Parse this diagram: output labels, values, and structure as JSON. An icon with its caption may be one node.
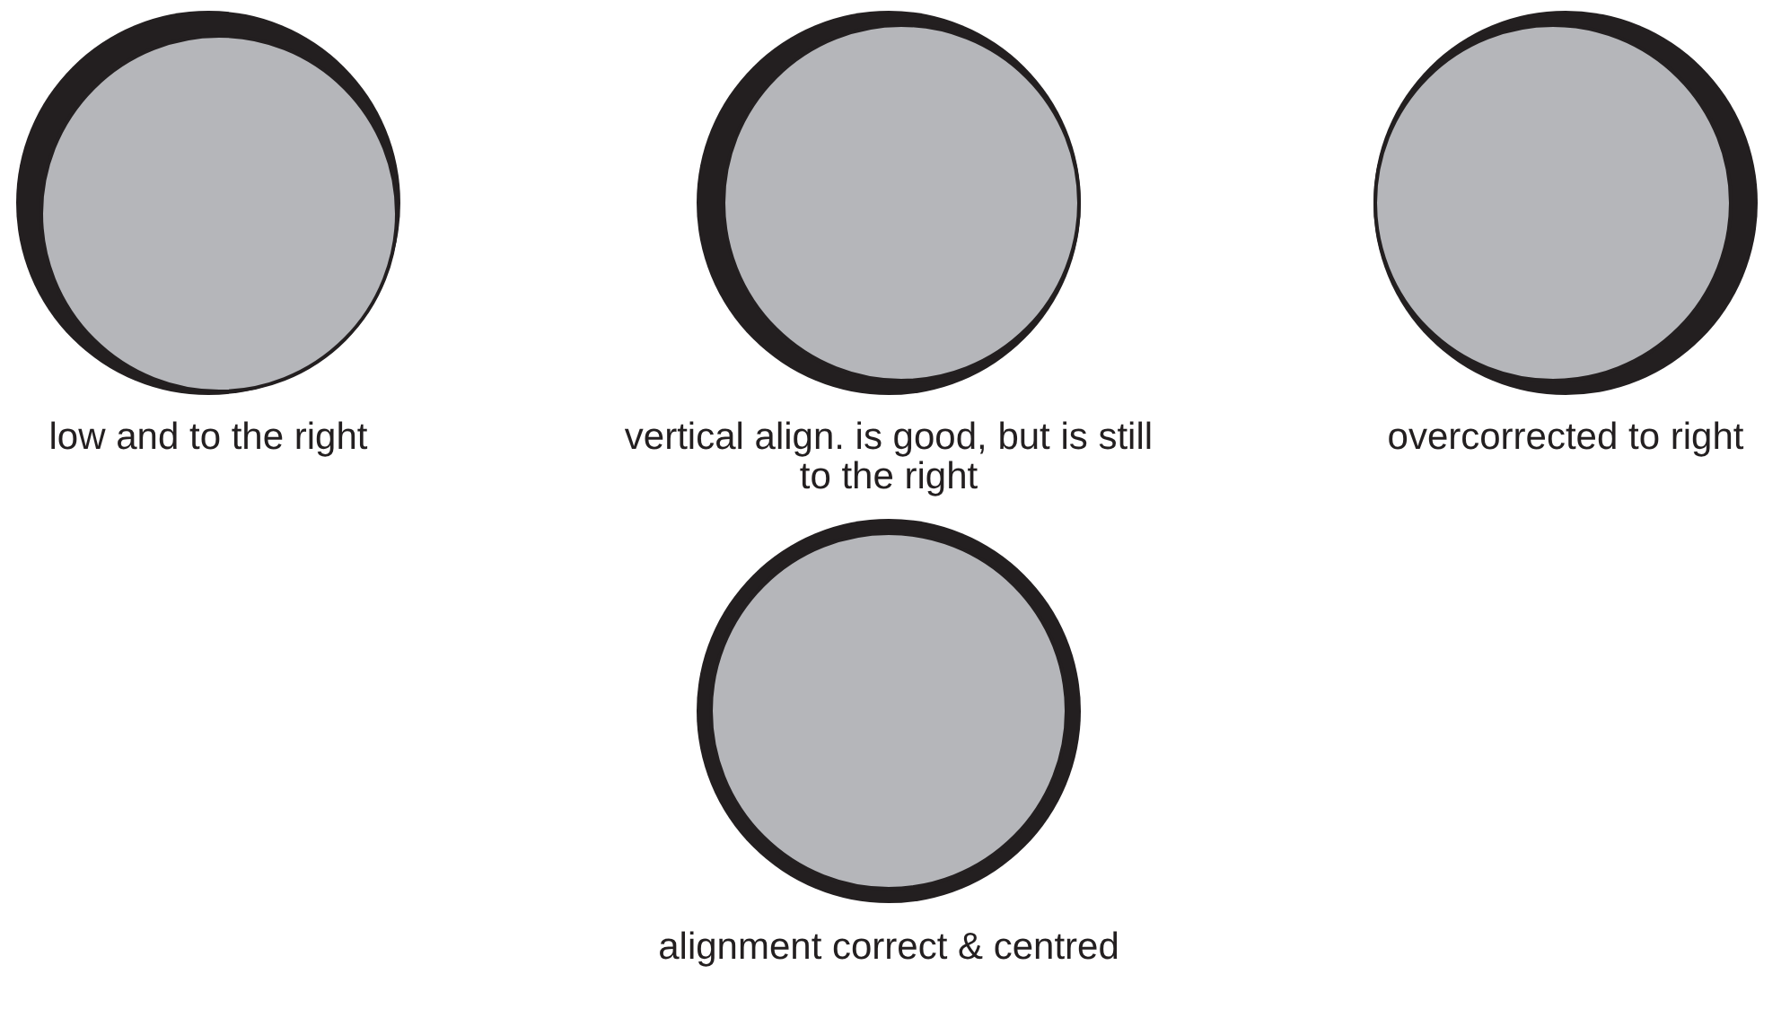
{
  "diagram": {
    "nodes": [
      {
        "text": [],
        "shape": "circle",
        "beside": [
          "low and to the right"
        ]
      },
      {
        "text": [],
        "shape": "circle",
        "beside": [
          "vertical align. is good, but is still to the right"
        ]
      },
      {
        "text": [],
        "shape": "circle",
        "beside": [
          "overcorrected to right"
        ]
      },
      {
        "text": [],
        "shape": "circle",
        "beside": [
          "alignment correct & centred"
        ]
      }
    ]
  }
}
